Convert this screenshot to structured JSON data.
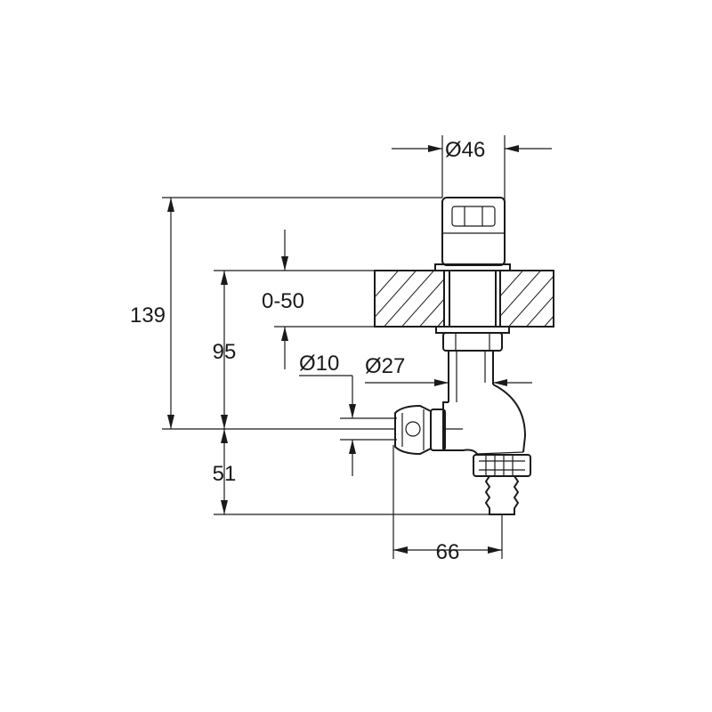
{
  "dimensions": {
    "top_diameter": "Ø46",
    "total_height": "139",
    "upper_height": "95",
    "clamp_range": "0-50",
    "small_diameter": "Ø10",
    "stem_diameter": "Ø27",
    "lower_height": "51",
    "projection": "66"
  },
  "colors": {
    "line": "#1a1a1a",
    "background": "#ffffff"
  }
}
